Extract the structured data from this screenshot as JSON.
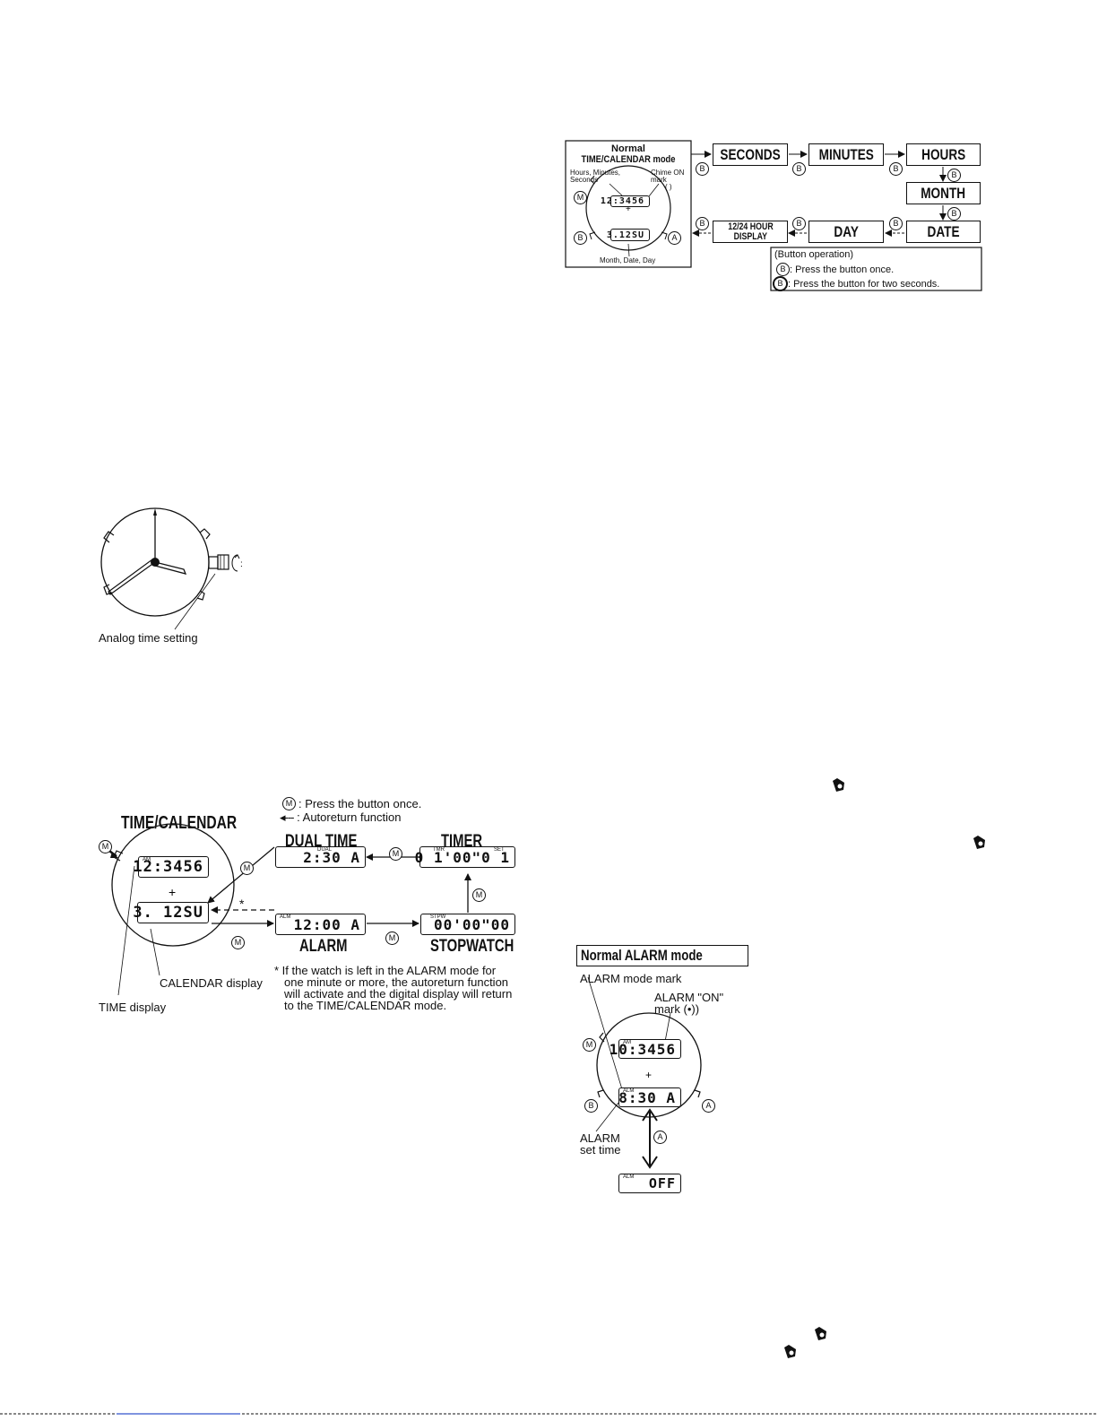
{
  "setting_flow": {
    "title_line1": "Normal",
    "title_line2": "TIME/CALENDAR mode",
    "label_hms_1": "Hours, Minutes,",
    "label_hms_2": "Seconds",
    "label_chime_1": "Chime ON",
    "label_chime_2": "mark",
    "label_chime_3": "( )",
    "label_mdd": "Month, Date, Day",
    "watch_time": "12:3456",
    "watch_cal": "3.12SU",
    "btn_m": "M",
    "btn_b": "B",
    "btn_a": "A",
    "steps": [
      "SECONDS",
      "MINUTES",
      "HOURS",
      "MONTH",
      "DATE",
      "DAY"
    ],
    "step_12_24_line1": "12/24 HOUR",
    "step_12_24_line2": "DISPLAY",
    "legend_title": "(Button operation)",
    "legend_once": ": Press the  button once.",
    "legend_two": ": Press the  button for two seconds."
  },
  "analog": {
    "caption": "Analog time setting"
  },
  "modes": {
    "time_calendar": "TIME/CALENDAR",
    "dual_time": "DUAL TIME",
    "timer": "TIMER",
    "alarm": "ALARM",
    "stopwatch": "STOPWATCH",
    "legend_press": ": Press the  button once.",
    "legend_autoreturn": ": Autoreturn function",
    "tc_time": "12:3456",
    "tc_cal": "3. 12SU",
    "dual_value": "2:30  A",
    "dual_tag": "DUAL",
    "timer_value": "0 1'00\"0 1",
    "timer_tag": "TMR",
    "timer_tag2": "SET",
    "alarm_value": "12:00  A",
    "alarm_tag": "ALM",
    "stopwatch_value": "00'00\"00",
    "stopwatch_tag": "STPW",
    "calendar_display": "CALENDAR display",
    "time_display": "TIME display",
    "asterisk": "*",
    "note_1": "* If the watch is left in the ALARM mode for",
    "note_2": "one minute or more, the autoreturn function",
    "note_3": "will activate and the digital display will return",
    "note_4": "to the TIME/CALENDAR mode."
  },
  "alarm_mode": {
    "title": "Normal ALARM mode",
    "mode_mark": "ALARM mode mark",
    "on_mark_1": "ALARM \"ON\"",
    "on_mark_2": "mark (•))",
    "watch_time": "10:3456",
    "alarm_time": "8:30  A",
    "alm_tag": "ALM",
    "set_time_1": "ALARM",
    "set_time_2": "set time",
    "off_value": "OFF",
    "pm_tag": "AM"
  },
  "icons": [
    "bell-icon",
    "bell-icon",
    "bell-icon",
    "bell-icon"
  ]
}
